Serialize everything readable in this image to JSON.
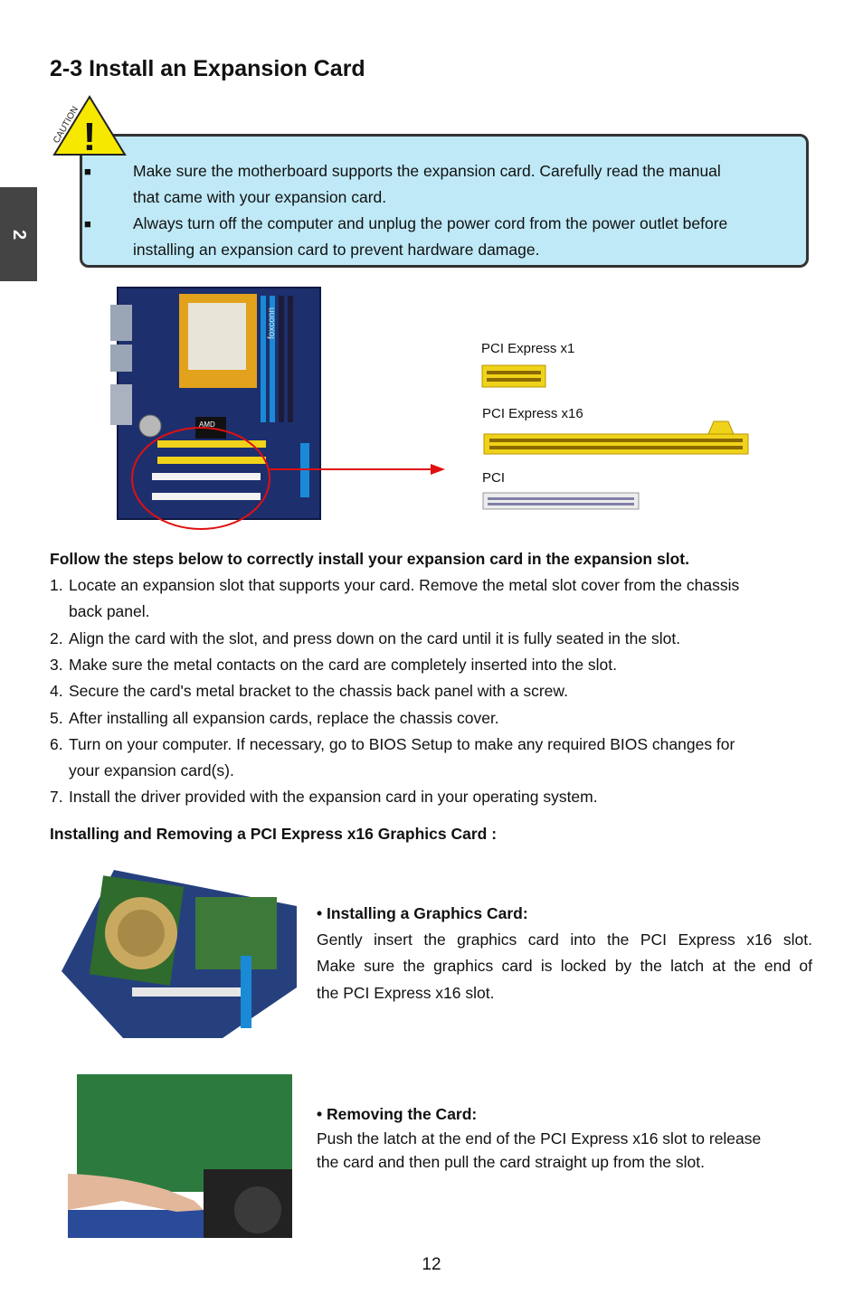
{
  "side_tab": "2",
  "title": "2-3 Install an Expansion Card",
  "caution": {
    "label": "CAUTION",
    "mark": "!",
    "items": [
      {
        "bullet": "■",
        "line1": "Make sure the motherboard supports the expansion card. Carefully read the manual",
        "line2": "that came with your expansion card."
      },
      {
        "bullet": "■",
        "line1": "Always turn off the computer and unplug the power cord from the power outlet before",
        "line2": "installing an expansion card to prevent hardware damage."
      }
    ]
  },
  "slots": {
    "pcie_x1": "PCI Express x1",
    "pcie_x16": "PCI Express x16",
    "pci": "PCI"
  },
  "board_silk": "foxconn",
  "board_chip": "AMD",
  "steps_heading": "Follow the steps below to correctly install your expansion card in the expansion slot.",
  "steps": [
    {
      "num": "1.",
      "line1": "Locate an expansion slot that supports your card. Remove the metal slot cover from the chassis",
      "line2": "back panel."
    },
    {
      "num": "2.",
      "line1": "Align the card with the slot, and press down on the card until it is fully seated in the slot.",
      "line2": ""
    },
    {
      "num": "3.",
      "line1": "Make sure the metal contacts on the card are completely inserted into the slot.",
      "line2": ""
    },
    {
      "num": "4.",
      "line1": "Secure the card's metal bracket to the chassis back panel with a screw.",
      "line2": ""
    },
    {
      "num": "5.",
      "line1": "After installing all expansion cards, replace the chassis cover.",
      "line2": ""
    },
    {
      "num": "6.",
      "line1": "Turn on your computer. If necessary, go to BIOS Setup to make any required BIOS changes for",
      "line2": "your expansion card(s)."
    },
    {
      "num": "7.",
      "line1": "Install the driver provided with the expansion card in your operating system.",
      "line2": ""
    }
  ],
  "graphics_heading": "Installing and Removing a PCI Express x16 Graphics Card :",
  "installing": {
    "heading": "• Installing a Graphics Card:",
    "line1": "Gently insert the graphics card into the PCI Express x16 slot.",
    "line2": "Make sure the graphics card is locked by the latch at the end of",
    "line3": "the PCI Express x16 slot."
  },
  "removing": {
    "heading": "• Removing the Card:",
    "line1": "Push the latch at the end of the PCI Express x16 slot to release",
    "line2": "the card and then pull the card straight up from the slot."
  },
  "page_number": "12",
  "colors": {
    "caution_fill": "#bfe9f7",
    "warning_yellow": "#f7e800",
    "callout_red": "#e01010",
    "board_blue": "#1e2f6e",
    "slot_yellow": "#f0d21a"
  }
}
